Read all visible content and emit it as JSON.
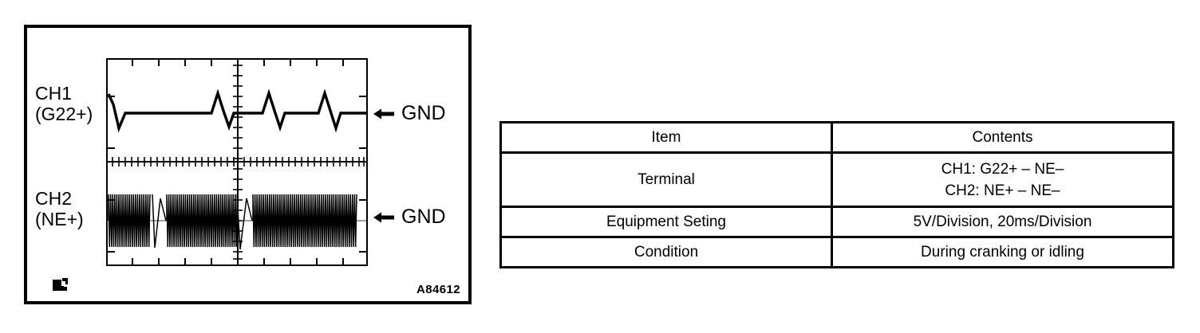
{
  "figure": {
    "id_code": "A84612",
    "corner_icon": "camera-icon",
    "channels": [
      {
        "name": "CH1",
        "terminal": "(G22+)",
        "gnd_label": "GND"
      },
      {
        "name": "CH2",
        "terminal": "(NE+)",
        "gnd_label": "GND"
      }
    ]
  },
  "table": {
    "headers": {
      "item": "Item",
      "contents": "Contents"
    },
    "rows": [
      {
        "item": "Terminal",
        "contents_lines": [
          "CH1: G22+ – NE–",
          "CH2: NE+ – NE–"
        ]
      },
      {
        "item": "Equipment Seting",
        "contents": "5V/Division, 20ms/Division"
      },
      {
        "item": "Condition",
        "contents": "During cranking or idling"
      }
    ]
  },
  "chart_data": {
    "type": "line",
    "title": "",
    "xlabel": "",
    "ylabel": "",
    "grid": true,
    "legend": "left-outside",
    "axis_ranges": {
      "x": [
        0,
        328
      ],
      "y": [
        0,
        261
      ]
    },
    "scale": {
      "volts_per_division": 5,
      "time_per_division_ms": 20
    },
    "divisions": {
      "horizontal": 10,
      "vertical": 8
    },
    "series": [
      {
        "name": "CH1 (G22+)",
        "description": "Camshaft position sensor pulse train: flat baseline with periodic bipolar spike pulses (rise then fall), three pulse groups visible.",
        "baseline_y": 69,
        "pulse_positions_x": [
          6,
          155,
          215,
          278
        ],
        "pulse_amplitude_up": 25,
        "pulse_amplitude_down": 25
      },
      {
        "name": "CH2 (NE+)",
        "description": "Crankshaft position sensor high-frequency AC signal: dense oscillation about a center baseline with two missing-tooth gap markers.",
        "baseline_y": 204,
        "oscillation_amplitude": 34,
        "cycles": 108,
        "gap_positions_x": [
          57,
          162
        ]
      }
    ]
  }
}
